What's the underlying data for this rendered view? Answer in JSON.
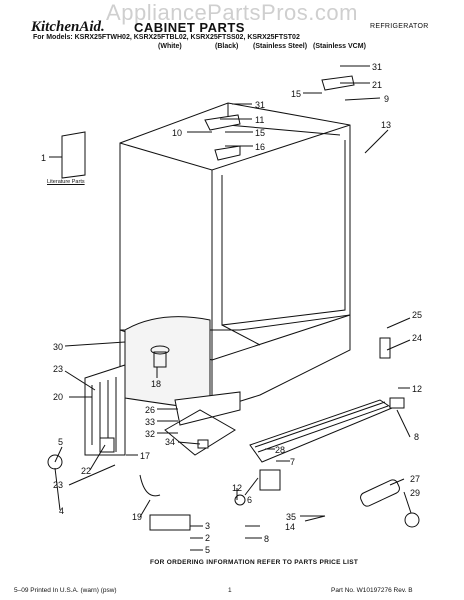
{
  "watermark": "AppliancePartsPros.com",
  "brand": "KitchenAid.",
  "title": "CABINET PARTS",
  "category": "REFRIGERATOR",
  "models_line": "For Models: KSRX25FTWH02, KSRX25FTBL02, KSRX25FTSS02, KSRX25FTST02",
  "finishes": [
    "(White)",
    "(Black)",
    "(Stainless Steel)",
    "(Stainless VCM)"
  ],
  "literature_label": "Literature Parts",
  "callouts": [
    "31",
    "15",
    "21",
    "9",
    "31",
    "11",
    "10",
    "15",
    "13",
    "16",
    "1",
    "25",
    "30",
    "24",
    "23",
    "18",
    "12",
    "20",
    "26",
    "33",
    "32",
    "5",
    "34",
    "28",
    "8",
    "17",
    "22",
    "23",
    "7",
    "27",
    "29",
    "12",
    "6",
    "4",
    "35",
    "14",
    "19",
    "3",
    "8",
    "2",
    "5"
  ],
  "footer": {
    "order_note": "FOR ORDERING INFORMATION REFER TO PARTS PRICE LIST",
    "printed": "5–09 Printed In U.S.A. (warn) (psw)",
    "page": "1",
    "part_no": "Part No. W10197276 Rev. B"
  }
}
